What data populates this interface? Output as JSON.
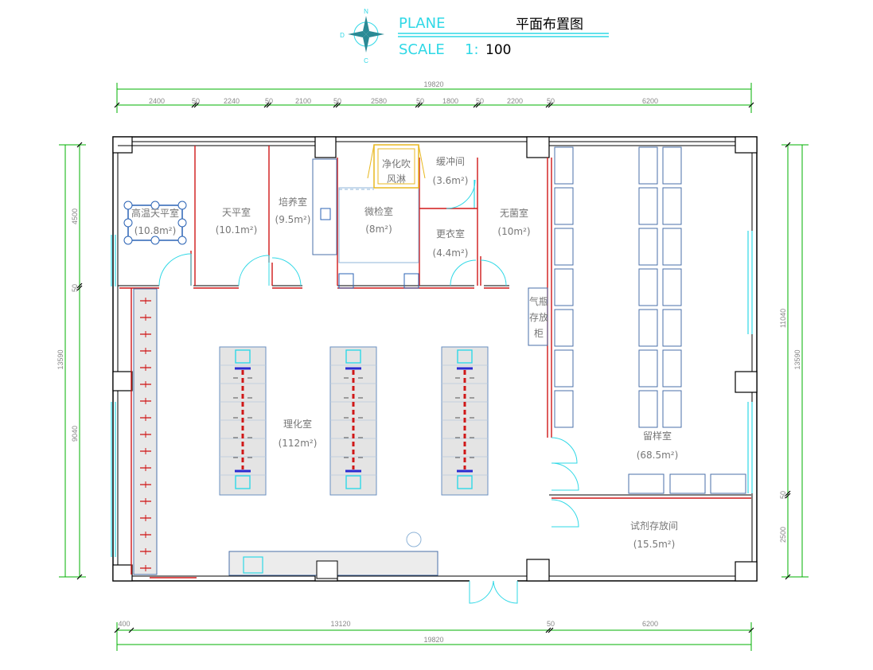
{
  "header": {
    "plane_label": "PLANE",
    "scale_label": "SCALE",
    "scale_prefix": "1:",
    "scale_value": "100",
    "title_cn": "平面布置图",
    "compass_n": "N",
    "compass_s": "C",
    "compass_w": "D"
  },
  "dims_top": {
    "total": "19820",
    "segments": [
      "2400",
      "50",
      "2240",
      "50",
      "2100",
      "50",
      "2580",
      "50",
      "1800",
      "50",
      "2200",
      "50",
      "6200"
    ]
  },
  "dims_bottom": {
    "total": "19820",
    "segments": [
      "400",
      "13120",
      "50",
      "6200"
    ]
  },
  "dims_left": {
    "total": "13590",
    "segments": [
      "4500",
      "50",
      "9040"
    ]
  },
  "dims_right": {
    "total": "13590",
    "segments": [
      "11040",
      "50",
      "2500"
    ]
  },
  "rooms": [
    {
      "name": "高温天平室",
      "area": "(10.8m²)"
    },
    {
      "name": "天平室",
      "area": "(10.1m²)"
    },
    {
      "name": "培养室",
      "area": "(9.5m²)"
    },
    {
      "name": "微检室",
      "area": "(8m²)"
    },
    {
      "name": "缓冲间",
      "area": "(3.6m²)"
    },
    {
      "name": "更衣室",
      "area": "(4.4m²)"
    },
    {
      "name": "无菌室",
      "area": "(10m²)"
    },
    {
      "name": "理化室",
      "area": "(112m²)"
    },
    {
      "name": "留样室",
      "area": "(68.5m²)"
    },
    {
      "name": "试剂存放间",
      "area": "(15.5m²)"
    }
  ],
  "labels": {
    "air_shower": [
      "净化吹",
      "风淋"
    ],
    "gas_cabinet": [
      "气瓶",
      "存放",
      "柜"
    ]
  },
  "colors": {
    "dimension": "#00b000",
    "wall": "#000000",
    "partition": "#d01818",
    "window": "#2fd8e6",
    "cabinet": "#4a6fa8",
    "accent": "#2fd8e6"
  }
}
